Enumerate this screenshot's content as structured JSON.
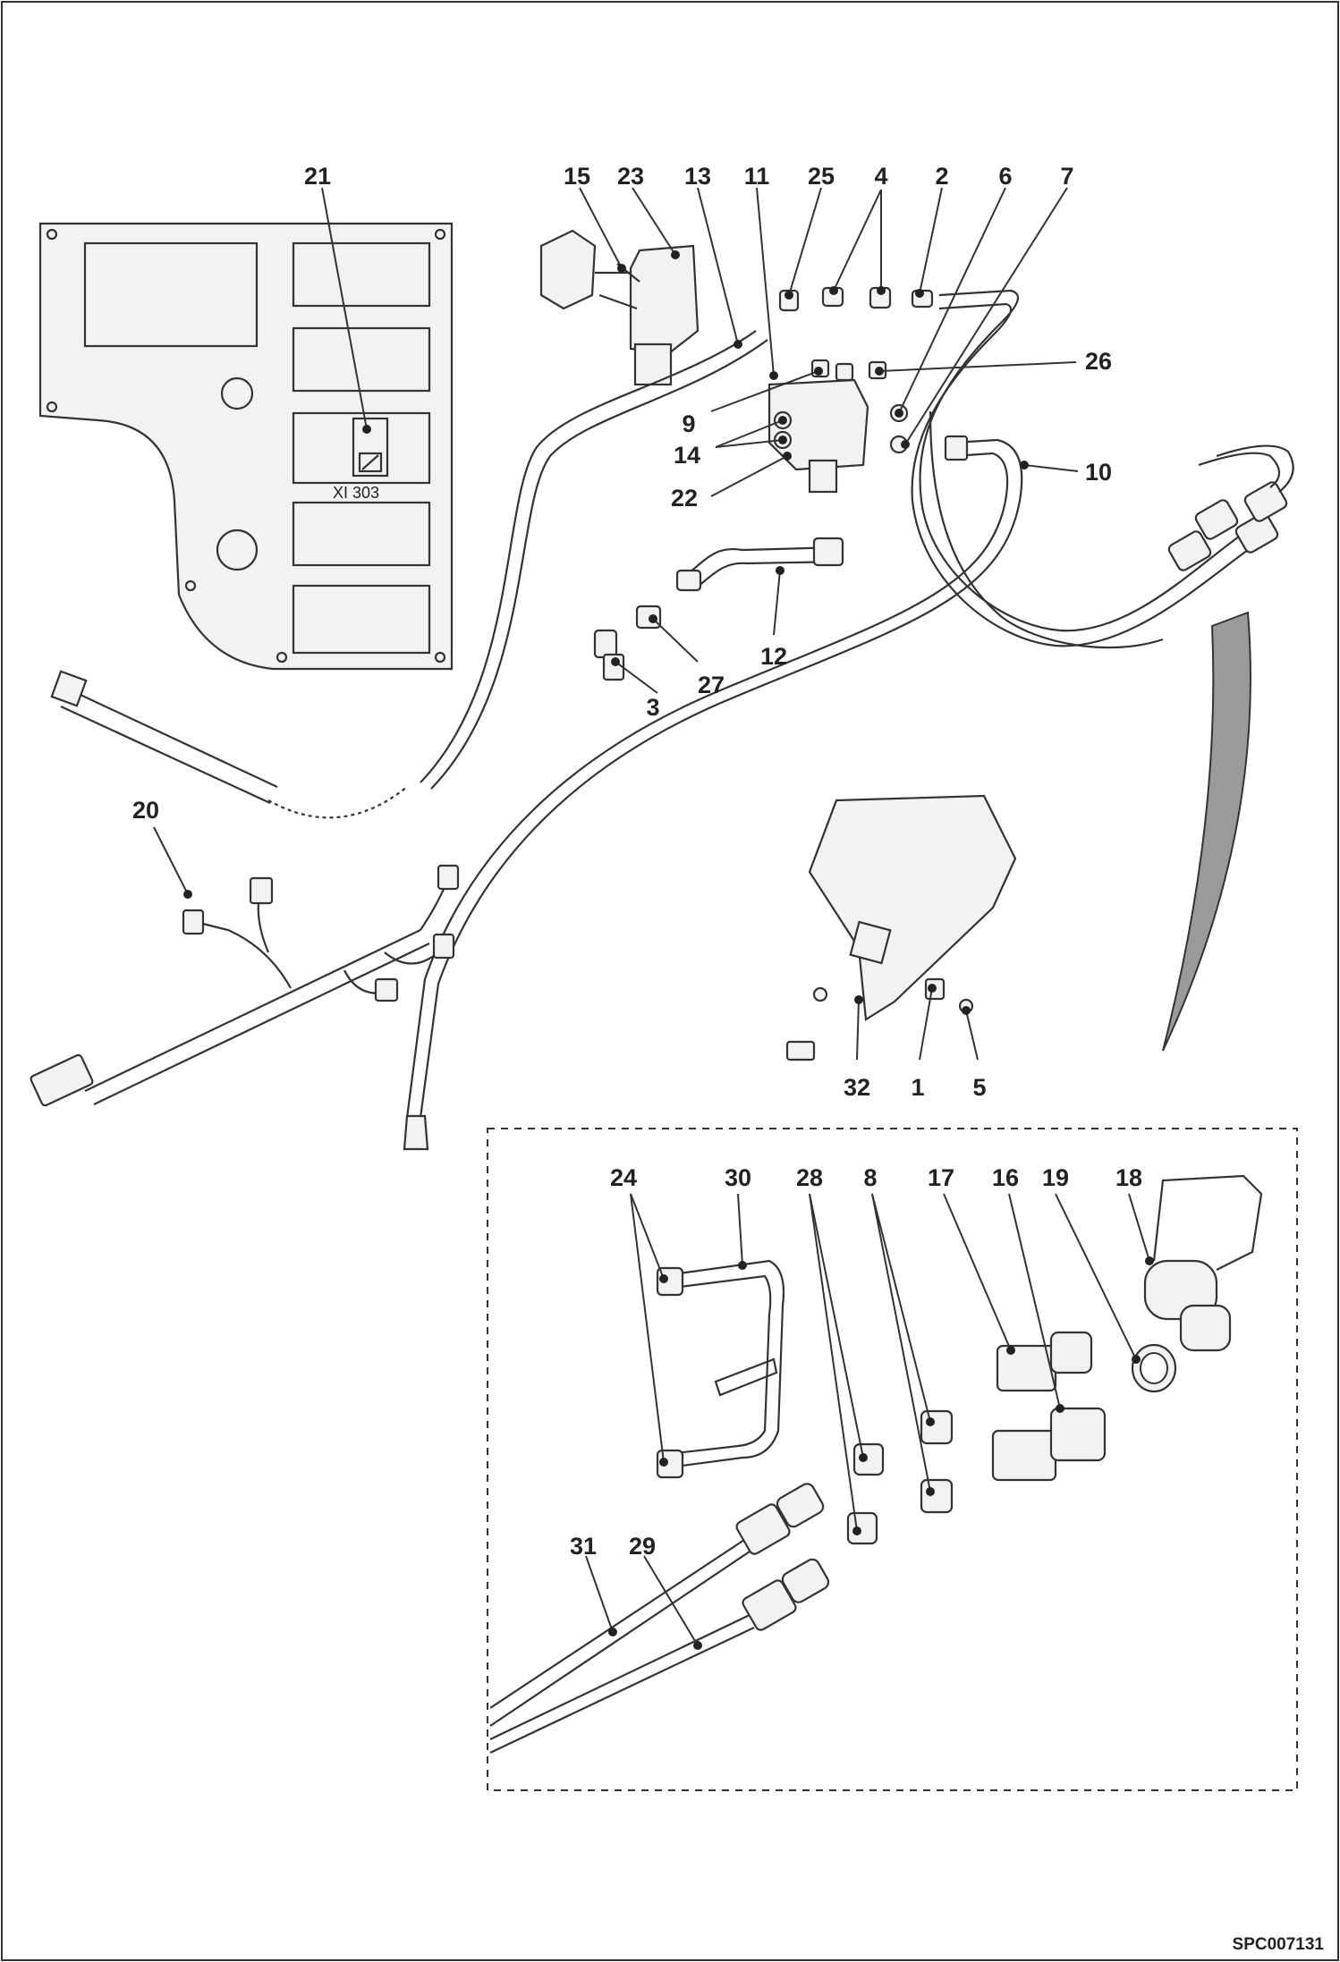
{
  "panel": {
    "connector_label": "XI 303"
  },
  "callouts": [
    {
      "id": "c21",
      "text": "21"
    },
    {
      "id": "c15",
      "text": "15"
    },
    {
      "id": "c23",
      "text": "23"
    },
    {
      "id": "c13",
      "text": "13"
    },
    {
      "id": "c11",
      "text": "11"
    },
    {
      "id": "c25",
      "text": "25"
    },
    {
      "id": "c4",
      "text": "4"
    },
    {
      "id": "c2",
      "text": "2"
    },
    {
      "id": "c6",
      "text": "6"
    },
    {
      "id": "c7",
      "text": "7"
    },
    {
      "id": "c26",
      "text": "26"
    },
    {
      "id": "c9",
      "text": "9"
    },
    {
      "id": "c14",
      "text": "14"
    },
    {
      "id": "c22",
      "text": "22"
    },
    {
      "id": "c10",
      "text": "10"
    },
    {
      "id": "c12",
      "text": "12"
    },
    {
      "id": "c27",
      "text": "27"
    },
    {
      "id": "c3",
      "text": "3"
    },
    {
      "id": "c20",
      "text": "20"
    },
    {
      "id": "c32",
      "text": "32"
    },
    {
      "id": "c1",
      "text": "1"
    },
    {
      "id": "c5",
      "text": "5"
    },
    {
      "id": "c24",
      "text": "24"
    },
    {
      "id": "c30",
      "text": "30"
    },
    {
      "id": "c28",
      "text": "28"
    },
    {
      "id": "c8",
      "text": "8"
    },
    {
      "id": "c17",
      "text": "17"
    },
    {
      "id": "c16",
      "text": "16"
    },
    {
      "id": "c19",
      "text": "19"
    },
    {
      "id": "c18",
      "text": "18"
    },
    {
      "id": "c31",
      "text": "31"
    },
    {
      "id": "c29",
      "text": "29"
    }
  ],
  "drawing_code": "SPC007131"
}
